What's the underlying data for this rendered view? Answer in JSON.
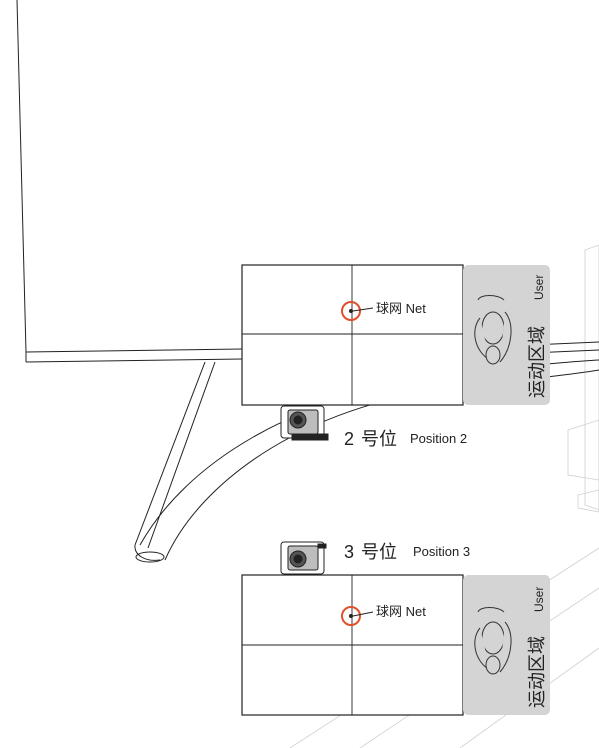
{
  "panel_top": {
    "net_label": "球网 Net",
    "zone_label_cn": "运动区域",
    "zone_label_en": "User"
  },
  "position_2": {
    "number": "2",
    "label_cn": "号位",
    "label_en": "Position 2"
  },
  "position_3": {
    "number": "3",
    "label_cn": "号位",
    "label_en": "Position 3"
  },
  "panel_bottom": {
    "net_label": "球网 Net",
    "zone_label_cn": "运动区域",
    "zone_label_en": "User"
  },
  "colors": {
    "net_marker": "#e0502a",
    "zone_fill": "#d4d4d4",
    "line": "#222222"
  }
}
